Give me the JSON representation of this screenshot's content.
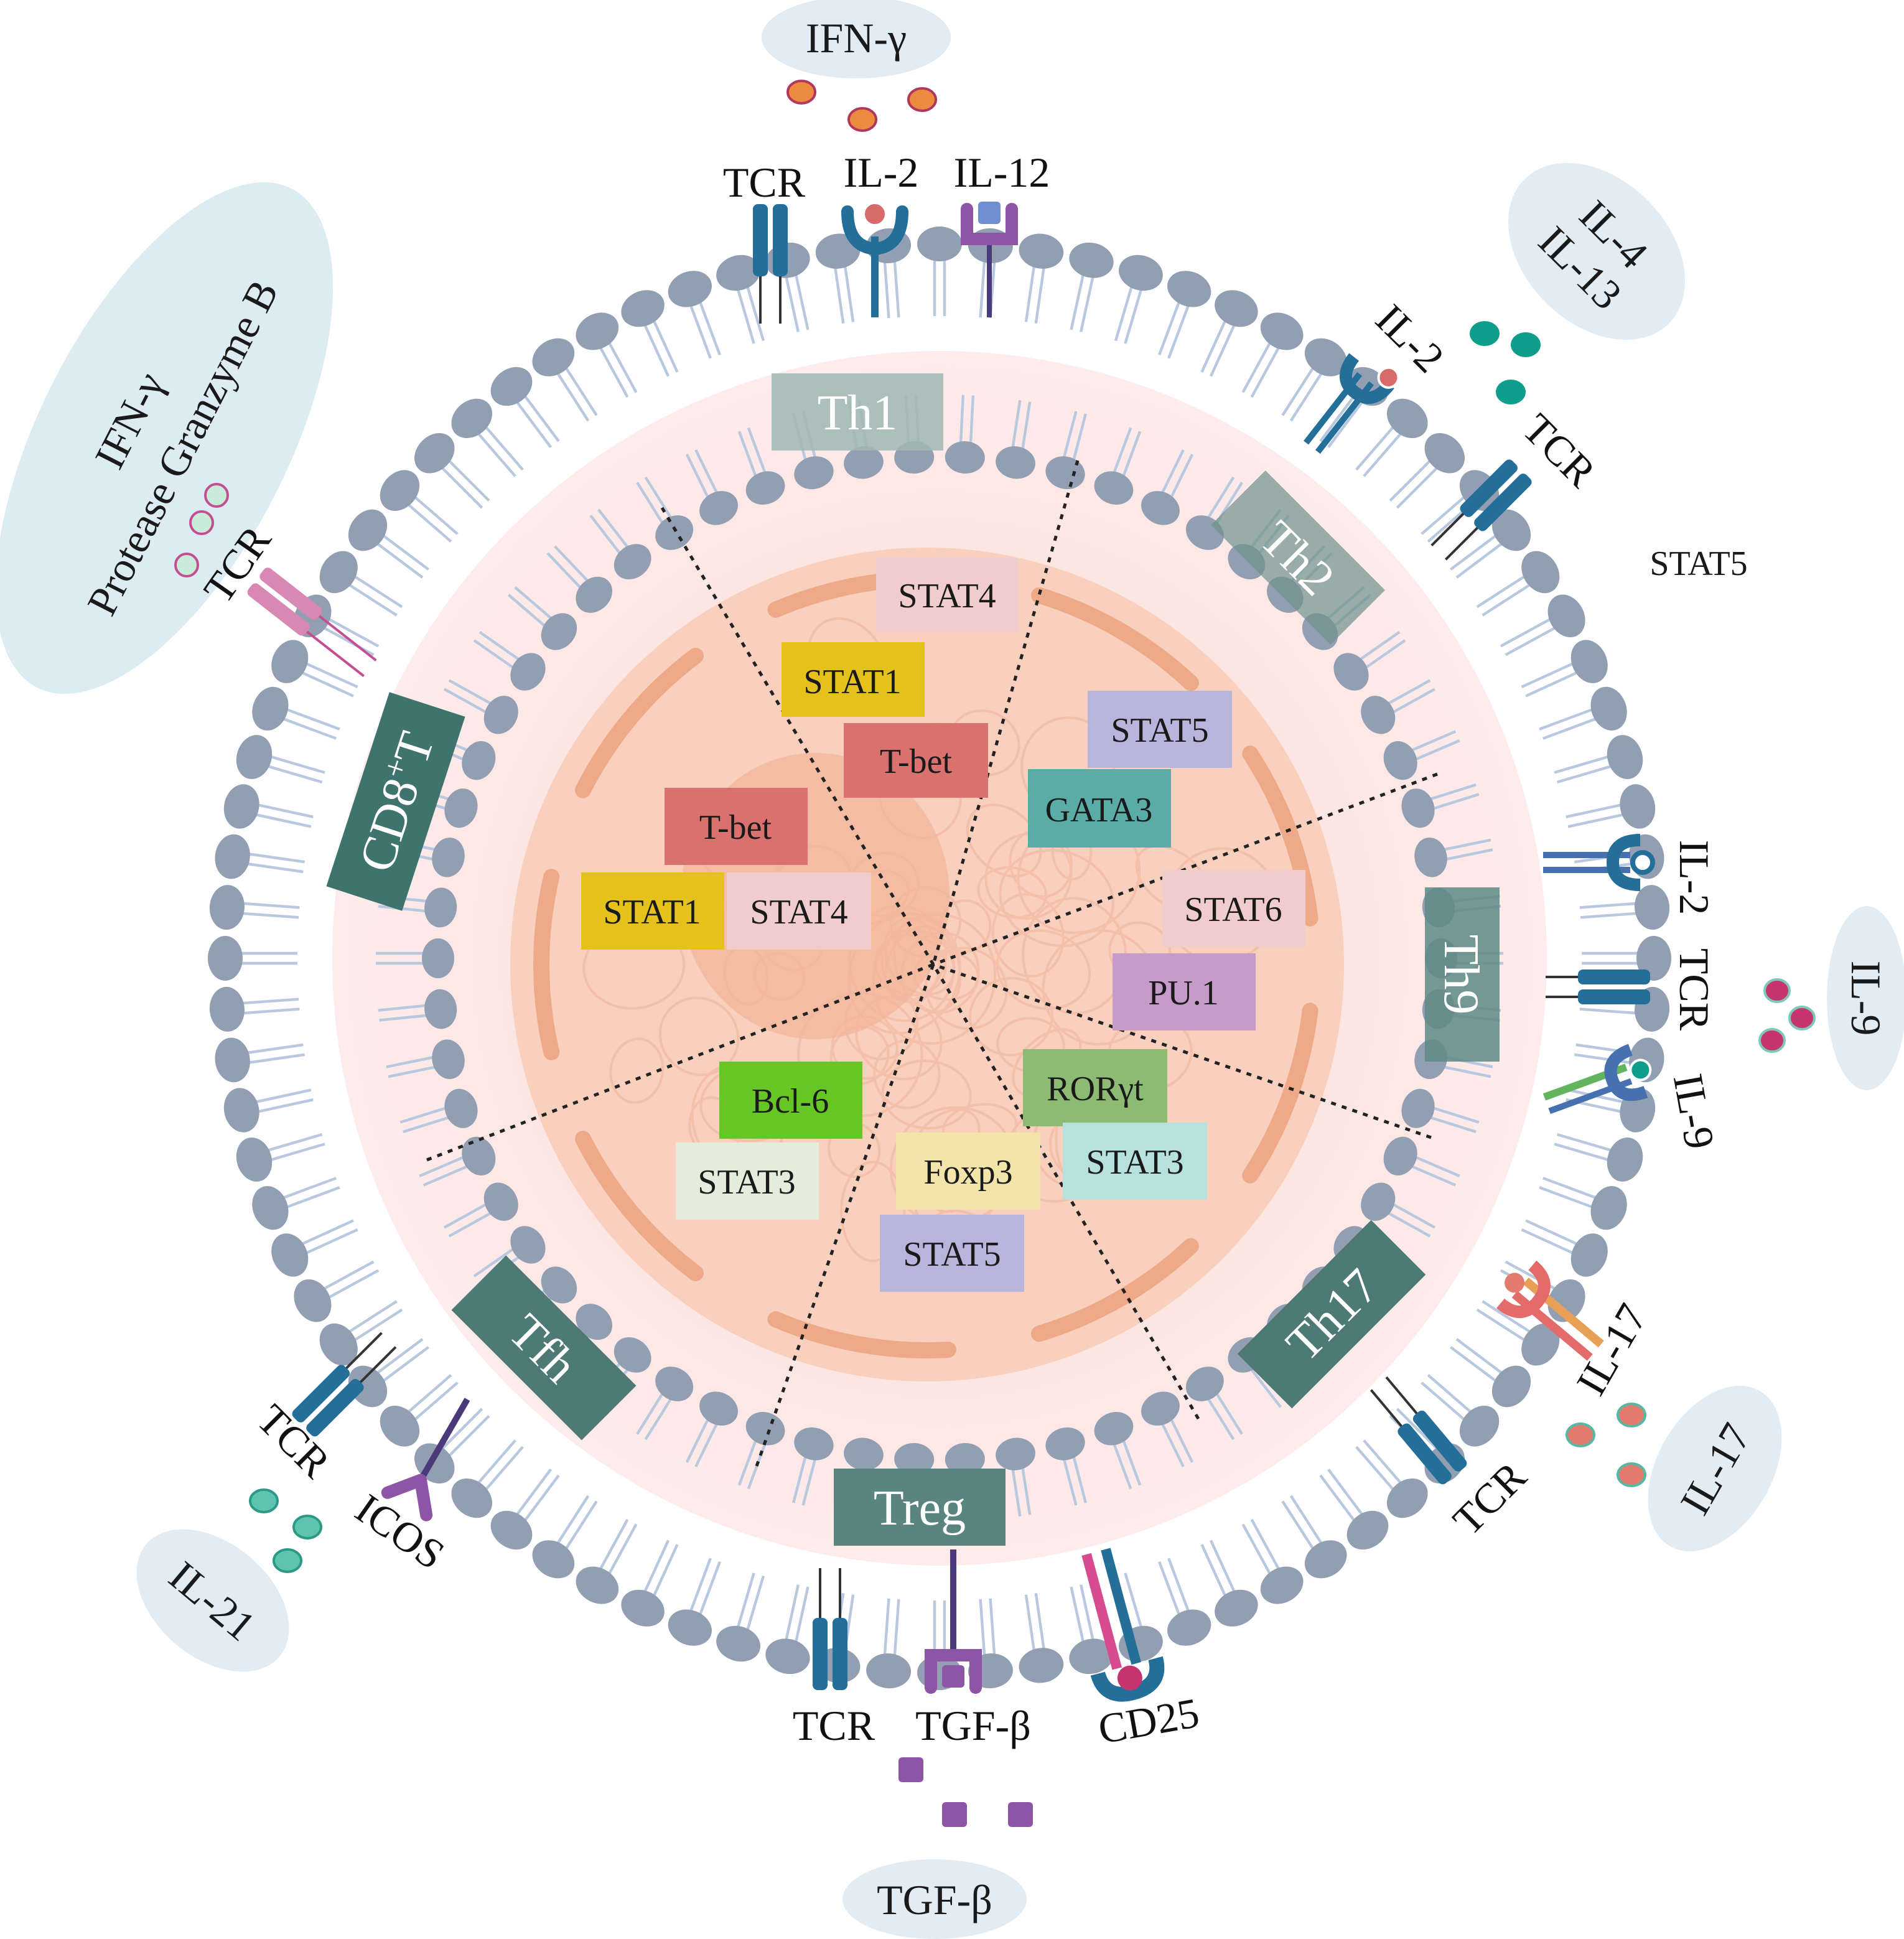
{
  "colors": {
    "phospholipid_head": "#929fb2",
    "phospholipid_tail": "#b8c8df",
    "cytoplasm": "#fbe4e1",
    "nucleus": "#f9cdb8",
    "nuclear_envelope": "#efb293",
    "nucleolus": "#f1b9a0",
    "cell_label_bg": "#4d7a74",
    "cytokine_cloud": "#e2ecf5",
    "tcr_blue": "#236f9a"
  },
  "subsets": {
    "th1": "Th1",
    "th2": "Th2",
    "th9": "Th9",
    "th17": "Th17",
    "treg": "Treg",
    "tfh": "Tfh",
    "cd8_main": "CD8",
    "cd8_sup": "+",
    "cd8_tail": "T"
  },
  "transcription_factors": {
    "th1_stat4": "STAT4",
    "th1_stat1": "STAT1",
    "th1_tbet": "T-bet",
    "cd8_tbet": "T-bet",
    "cd8_stat1": "STAT1",
    "cd8_stat4": "STAT4",
    "th2_stat5": "STAT5",
    "th2_gata3": "GATA3",
    "th9_stat6": "STAT6",
    "th9_pu1": "PU.1",
    "th17_rorgt": "RORγt",
    "th17_stat3": "STAT3",
    "treg_foxp3": "Foxp3",
    "treg_stat5": "STAT5",
    "tfh_bcl6": "Bcl-6",
    "tfh_stat3": "STAT3"
  },
  "receptor_labels": {
    "th1_tcr": "TCR",
    "th1_il2": "IL-2",
    "th1_il12": "IL-12",
    "th2_il2": "IL-2",
    "th2_tcr": "TCR",
    "th9_il2": "IL-2",
    "th9_tcr": "TCR",
    "th9_il9": "IL-9",
    "th17_il17": "IL-17",
    "th17_tcr": "TCR",
    "treg_tcr": "TCR",
    "treg_tgfb": "TGF-β",
    "treg_cd25": "CD25",
    "tfh_tcr": "TCR",
    "tfh_icos": "ICOS",
    "cd8_tcr": "TCR"
  },
  "cytokine_clouds": {
    "ifng": "IFN-γ",
    "il4": "IL-4",
    "il13": "IL-13",
    "il9": "IL-9",
    "il17": "IL-17",
    "tgfb": "TGF-β",
    "il21": "IL-21",
    "cd8_line1": "IFN-γ",
    "cd8_line2": "Protease Granzyme B"
  },
  "floating_label": "STAT5"
}
